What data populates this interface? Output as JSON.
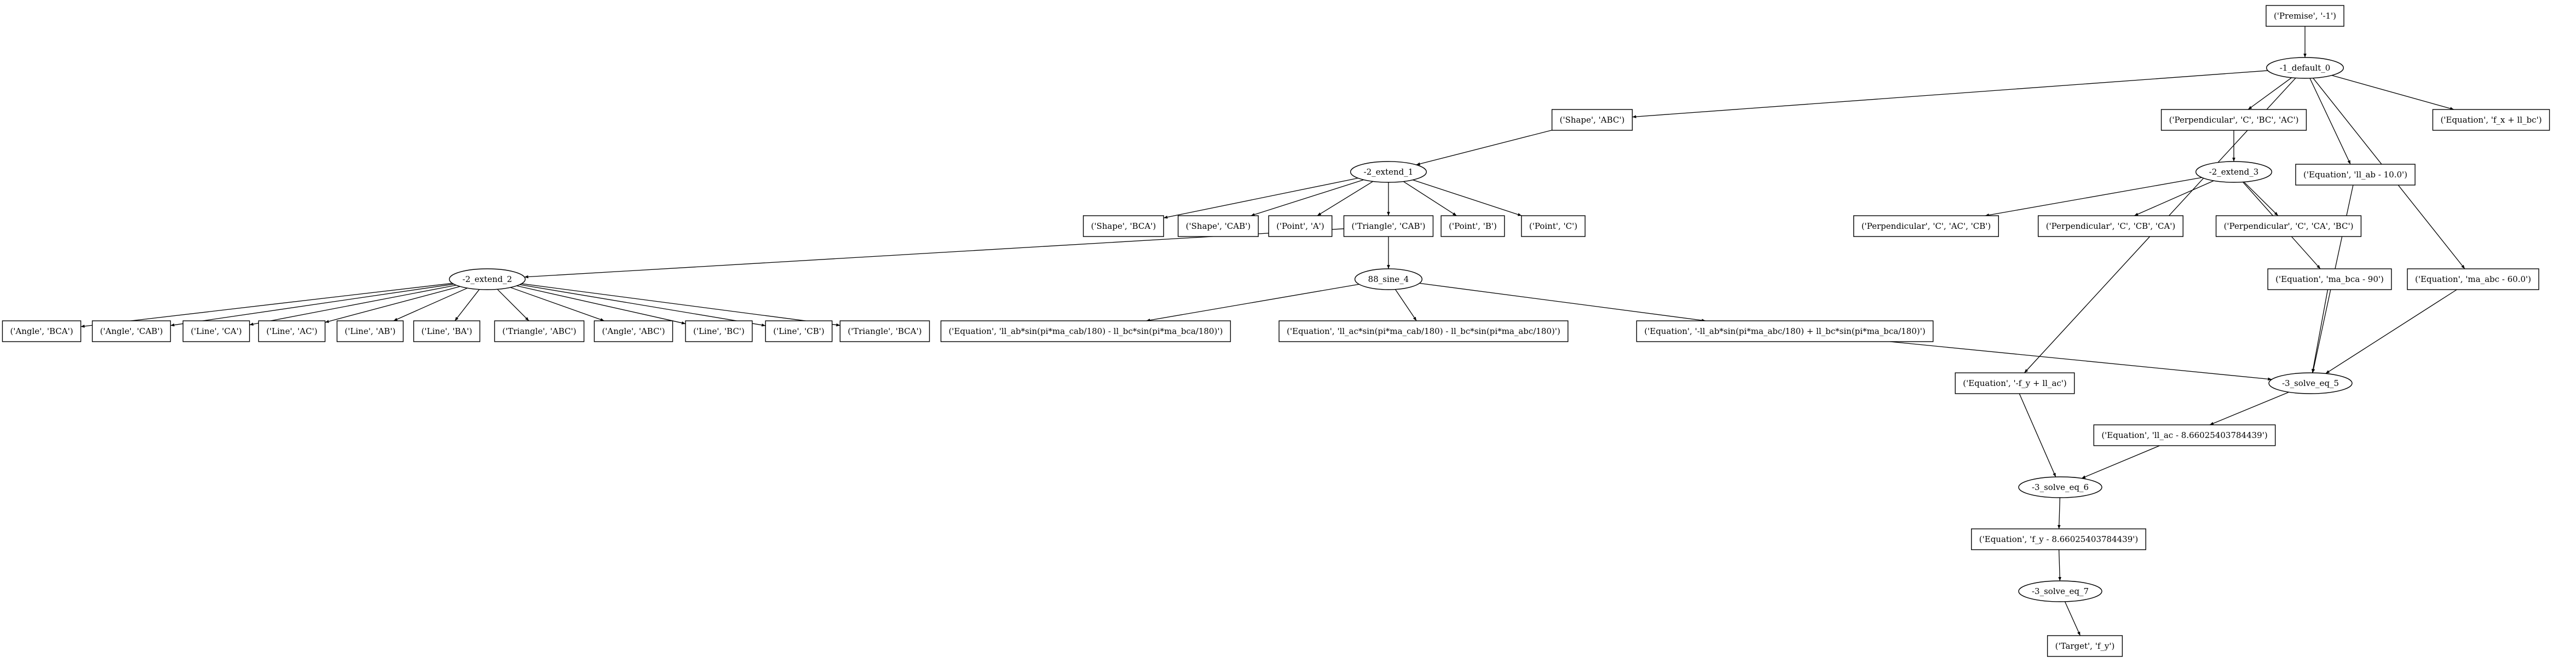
{
  "nodes": [
    {
      "id": "premise",
      "shape": "box",
      "label": "('Premise', '-1')"
    },
    {
      "id": "default0",
      "shape": "ellipse",
      "label": "-1_default_0"
    },
    {
      "id": "shape_abc",
      "shape": "box",
      "label": "('Shape', 'ABC')"
    },
    {
      "id": "perp_c_bc_ac",
      "shape": "box",
      "label": "('Perpendicular', 'C', 'BC', 'AC')"
    },
    {
      "id": "eq_fx",
      "shape": "box",
      "label": "('Equation', 'f_x + ll_bc')"
    },
    {
      "id": "extend1",
      "shape": "ellipse",
      "label": "-2_extend_1"
    },
    {
      "id": "extend3",
      "shape": "ellipse",
      "label": "-2_extend_3"
    },
    {
      "id": "eq_ab",
      "shape": "box",
      "label": "('Equation', 'll_ab - 10.0')"
    },
    {
      "id": "shape_bca",
      "shape": "box",
      "label": "('Shape', 'BCA')"
    },
    {
      "id": "shape_cab",
      "shape": "box",
      "label": "('Shape', 'CAB')"
    },
    {
      "id": "point_a",
      "shape": "box",
      "label": "('Point', 'A')"
    },
    {
      "id": "tri_cab",
      "shape": "box",
      "label": "('Triangle', 'CAB')"
    },
    {
      "id": "point_b",
      "shape": "box",
      "label": "('Point', 'B')"
    },
    {
      "id": "point_c",
      "shape": "box",
      "label": "('Point', 'C')"
    },
    {
      "id": "perp_c_ac_cb",
      "shape": "box",
      "label": "('Perpendicular', 'C', 'AC', 'CB')"
    },
    {
      "id": "perp_c_cb_ca",
      "shape": "box",
      "label": "('Perpendicular', 'C', 'CB', 'CA')"
    },
    {
      "id": "perp_c_ca_bc",
      "shape": "box",
      "label": "('Perpendicular', 'C', 'CA', 'BC')"
    },
    {
      "id": "extend2",
      "shape": "ellipse",
      "label": "-2_extend_2"
    },
    {
      "id": "sine4",
      "shape": "ellipse",
      "label": "88_sine_4"
    },
    {
      "id": "eq_bca",
      "shape": "box",
      "label": "('Equation', 'ma_bca - 90')"
    },
    {
      "id": "eq_abc",
      "shape": "box",
      "label": "('Equation', 'ma_abc - 60.0')"
    },
    {
      "id": "angle_bca",
      "shape": "box",
      "label": "('Angle', 'BCA')"
    },
    {
      "id": "angle_cab",
      "shape": "box",
      "label": "('Angle', 'CAB')"
    },
    {
      "id": "line_ca",
      "shape": "box",
      "label": "('Line', 'CA')"
    },
    {
      "id": "line_ac",
      "shape": "box",
      "label": "('Line', 'AC')"
    },
    {
      "id": "line_ab",
      "shape": "box",
      "label": "('Line', 'AB')"
    },
    {
      "id": "line_ba",
      "shape": "box",
      "label": "('Line', 'BA')"
    },
    {
      "id": "tri_abc",
      "shape": "box",
      "label": "('Triangle', 'ABC')"
    },
    {
      "id": "angle_abc",
      "shape": "box",
      "label": "('Angle', 'ABC')"
    },
    {
      "id": "line_bc",
      "shape": "box",
      "label": "('Line', 'BC')"
    },
    {
      "id": "line_cb",
      "shape": "box",
      "label": "('Line', 'CB')"
    },
    {
      "id": "tri_bca",
      "shape": "box",
      "label": "('Triangle', 'BCA')"
    },
    {
      "id": "eq_sine1",
      "shape": "box",
      "label": "('Equation', 'll_ab*sin(pi*ma_cab/180) - ll_bc*sin(pi*ma_bca/180)')"
    },
    {
      "id": "eq_sine2",
      "shape": "box",
      "label": "('Equation', 'll_ac*sin(pi*ma_cab/180) - ll_bc*sin(pi*ma_abc/180)')"
    },
    {
      "id": "eq_sine3",
      "shape": "box",
      "label": "('Equation', '-ll_ab*sin(pi*ma_abc/180) + ll_bc*sin(pi*ma_bca/180)')"
    },
    {
      "id": "eq_fy",
      "shape": "box",
      "label": "('Equation', '-f_y + ll_ac')"
    },
    {
      "id": "solve5",
      "shape": "ellipse",
      "label": "-3_solve_eq_5"
    },
    {
      "id": "eq_ac",
      "shape": "box",
      "label": "('Equation', 'll_ac - 8.66025403784439')"
    },
    {
      "id": "solve6",
      "shape": "ellipse",
      "label": "-3_solve_eq_6"
    },
    {
      "id": "eq_fy_val",
      "shape": "box",
      "label": "('Equation', 'f_y - 8.66025403784439')"
    },
    {
      "id": "solve7",
      "shape": "ellipse",
      "label": "-3_solve_eq_7"
    },
    {
      "id": "target",
      "shape": "box",
      "label": "('Target', 'f_y')"
    }
  ],
  "edges": [
    [
      "premise",
      "default0"
    ],
    [
      "default0",
      "shape_abc"
    ],
    [
      "default0",
      "perp_c_bc_ac"
    ],
    [
      "default0",
      "eq_fx"
    ],
    [
      "default0",
      "eq_ab"
    ],
    [
      "default0",
      "eq_abc"
    ],
    [
      "default0",
      "eq_fy"
    ],
    [
      "shape_abc",
      "extend1"
    ],
    [
      "extend1",
      "shape_bca"
    ],
    [
      "extend1",
      "shape_cab"
    ],
    [
      "extend1",
      "point_a"
    ],
    [
      "extend1",
      "tri_cab"
    ],
    [
      "extend1",
      "point_b"
    ],
    [
      "extend1",
      "point_c"
    ],
    [
      "perp_c_bc_ac",
      "extend3"
    ],
    [
      "extend3",
      "perp_c_ac_cb"
    ],
    [
      "extend3",
      "perp_c_cb_ca"
    ],
    [
      "extend3",
      "perp_c_ca_bc"
    ],
    [
      "extend3",
      "eq_bca"
    ],
    [
      "tri_cab",
      "extend2"
    ],
    [
      "tri_cab",
      "sine4"
    ],
    [
      "extend2",
      "angle_bca"
    ],
    [
      "extend2",
      "angle_cab"
    ],
    [
      "extend2",
      "line_ca"
    ],
    [
      "extend2",
      "line_ac"
    ],
    [
      "extend2",
      "line_ab"
    ],
    [
      "extend2",
      "line_ba"
    ],
    [
      "extend2",
      "tri_abc"
    ],
    [
      "extend2",
      "angle_abc"
    ],
    [
      "extend2",
      "line_bc"
    ],
    [
      "extend2",
      "line_cb"
    ],
    [
      "extend2",
      "tri_bca"
    ],
    [
      "sine4",
      "eq_sine1"
    ],
    [
      "sine4",
      "eq_sine2"
    ],
    [
      "sine4",
      "eq_sine3"
    ],
    [
      "eq_sine3",
      "solve5"
    ],
    [
      "eq_bca",
      "solve5"
    ],
    [
      "eq_ab",
      "solve5"
    ],
    [
      "eq_abc",
      "solve5"
    ],
    [
      "solve5",
      "eq_ac"
    ],
    [
      "eq_fy",
      "solve6"
    ],
    [
      "eq_ac",
      "solve6"
    ],
    [
      "solve6",
      "eq_fy_val"
    ],
    [
      "eq_fy_val",
      "solve7"
    ],
    [
      "solve7",
      "target"
    ]
  ]
}
